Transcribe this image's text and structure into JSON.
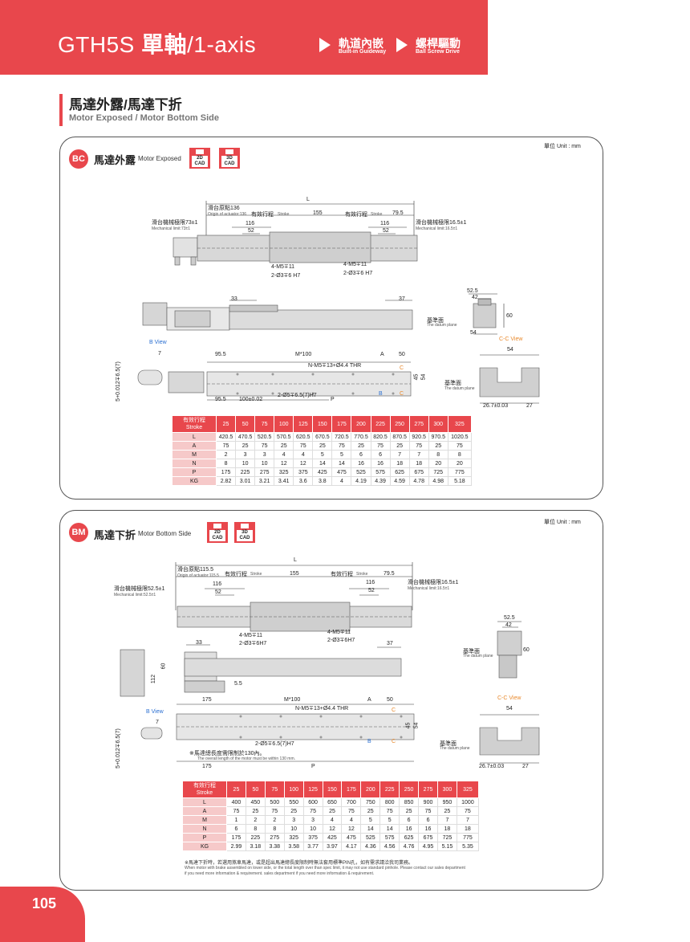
{
  "header": {
    "model": "GTH5S",
    "title_zh": "單軸",
    "title_en": "/1-axis",
    "tags": [
      {
        "zh": "軌道內嵌",
        "en": "Built-in Guideway"
      },
      {
        "zh": "螺桿驅動",
        "en": "Ball Screw Drive"
      }
    ]
  },
  "section": {
    "title_zh": "馬達外露/馬達下折",
    "title_en": "Motor Exposed / Motor Bottom Side"
  },
  "panels": [
    {
      "code": "BC",
      "title_zh": "馬達外露",
      "title_en": "Motor Exposed",
      "cad_2d": "2D\nCAD",
      "cad_3d": "3D\nCAD",
      "unit": "單位 Unit : mm",
      "labels": {
        "L": "L",
        "origin_zh": "滑台原點136",
        "origin_en": "Origin of actuator:136",
        "stroke_zh": "有效行程",
        "stroke_en": "Stroke",
        "mid": "155",
        "right_gap": "79.5",
        "left_116": "116",
        "left_52": "52",
        "right_116": "116",
        "right_52": "52",
        "mech_left_zh": "滑台機械極限73±1",
        "mech_left_en": "Mechanical limit:73±1",
        "mech_right_zh": "滑台機械極限16.5±1",
        "mech_right_en": "Mechanical limit:16.5±1",
        "m5": "4-M5∓11",
        "pin": "2-Ø3∓6 H7",
        "d33": "33",
        "d37": "37",
        "d525": "52.5",
        "d42": "42",
        "d60": "60",
        "d54": "54",
        "datum_zh": "基準面",
        "datum_en": "The datum plane",
        "bview": "B View",
        "cc_view": "C-C View",
        "d7": "7",
        "d955": "95.5",
        "m100": "M*100",
        "A": "A",
        "d50": "50",
        "nm5": "N-M5∓13+Ø4.4 THR",
        "d45": "45",
        "d10002": "100±0.02",
        "P": "P",
        "pin2": "2-Ø5∓6.5(7)H7",
        "tol": "5+0.012∓6.5(7)",
        "C": "C",
        "B": "B",
        "d267": "26.7±0.03",
        "d27": "27"
      },
      "table": {
        "header_zh": "有效行程",
        "header_en": "Stroke",
        "strokes": [
          "25",
          "50",
          "75",
          "100",
          "125",
          "150",
          "175",
          "200",
          "225",
          "250",
          "275",
          "300",
          "325"
        ],
        "rows": [
          {
            "name": "L",
            "values": [
              "420.5",
              "470.5",
              "520.5",
              "570.5",
              "620.5",
              "670.5",
              "720.5",
              "770.5",
              "820.5",
              "870.5",
              "920.5",
              "970.5",
              "1020.5"
            ]
          },
          {
            "name": "A",
            "values": [
              "75",
              "25",
              "75",
              "25",
              "75",
              "25",
              "75",
              "25",
              "75",
              "25",
              "75",
              "25",
              "75"
            ]
          },
          {
            "name": "M",
            "values": [
              "2",
              "3",
              "3",
              "4",
              "4",
              "5",
              "5",
              "6",
              "6",
              "7",
              "7",
              "8",
              "8"
            ]
          },
          {
            "name": "N",
            "values": [
              "8",
              "10",
              "10",
              "12",
              "12",
              "14",
              "14",
              "16",
              "16",
              "18",
              "18",
              "20",
              "20"
            ]
          },
          {
            "name": "P",
            "values": [
              "175",
              "225",
              "275",
              "325",
              "375",
              "425",
              "475",
              "525",
              "575",
              "625",
              "675",
              "725",
              "775"
            ]
          },
          {
            "name": "KG",
            "values": [
              "2.82",
              "3.01",
              "3.21",
              "3.41",
              "3.6",
              "3.8",
              "4",
              "4.19",
              "4.39",
              "4.59",
              "4.78",
              "4.98",
              "5.18"
            ]
          }
        ]
      }
    },
    {
      "code": "BM",
      "title_zh": "馬達下折",
      "title_en": "Motor Bottom Side",
      "cad_2d": "2D\nCAD",
      "cad_3d": "3D\nCAD",
      "unit": "單位 Unit : mm",
      "labels": {
        "L": "L",
        "origin_zh": "滑台原點115.5",
        "origin_en": "Origin of actuator:115.5",
        "stroke_zh": "有效行程",
        "stroke_en": "Stroke",
        "mid": "155",
        "right_gap": "79.5",
        "left_116": "116",
        "left_52": "52",
        "right_116": "116",
        "right_52": "52",
        "mech_left_zh": "滑台機械極限52.5±1",
        "mech_left_en": "Mechanical limit:52.5±1",
        "mech_right_zh": "滑台機械極限16.5±1",
        "mech_right_en": "Mechanical limit:16.5±1",
        "m5": "4-M5∓11",
        "pin": "2-Ø3∓6H7",
        "d33": "33",
        "d37": "37",
        "d525": "52.5",
        "d42": "42",
        "d60": "60",
        "d54": "54",
        "d112": "112",
        "d55": "5.5",
        "d175": "175",
        "datum_zh": "基準面",
        "datum_en": "The datum plane",
        "bview": "B View",
        "cc_view": "C-C View",
        "d7": "7",
        "m100": "M*100",
        "A": "A",
        "d50": "50",
        "nm5": "N-M5∓13+Ø4.4 THR",
        "d45": "45",
        "P": "P",
        "pin2": "2-Ø5∓6.5(7)H7",
        "tol": "5+0.012∓6.5(7)",
        "C": "C",
        "B": "B",
        "d267": "26.7±0.03",
        "d27": "27",
        "motor_note_zh": "※馬達總長度需限制於130內。",
        "motor_note_en": "The overall length of the motor must be within 130 mm."
      },
      "table": {
        "header_zh": "有效行程",
        "header_en": "Stroke",
        "strokes": [
          "25",
          "50",
          "75",
          "100",
          "125",
          "150",
          "175",
          "200",
          "225",
          "250",
          "275",
          "300",
          "325"
        ],
        "rows": [
          {
            "name": "L",
            "values": [
              "400",
              "450",
              "500",
              "550",
              "600",
              "650",
              "700",
              "750",
              "800",
              "850",
              "900",
              "950",
              "1000"
            ]
          },
          {
            "name": "A",
            "values": [
              "75",
              "25",
              "75",
              "25",
              "75",
              "25",
              "75",
              "25",
              "75",
              "25",
              "75",
              "25",
              "75"
            ]
          },
          {
            "name": "M",
            "values": [
              "1",
              "2",
              "2",
              "3",
              "3",
              "4",
              "4",
              "5",
              "5",
              "6",
              "6",
              "7",
              "7"
            ]
          },
          {
            "name": "N",
            "values": [
              "6",
              "8",
              "8",
              "10",
              "10",
              "12",
              "12",
              "14",
              "14",
              "16",
              "16",
              "18",
              "18"
            ]
          },
          {
            "name": "P",
            "values": [
              "175",
              "225",
              "275",
              "325",
              "375",
              "425",
              "475",
              "525",
              "575",
              "625",
              "675",
              "725",
              "775"
            ]
          },
          {
            "name": "KG",
            "values": [
              "2.99",
              "3.18",
              "3.38",
              "3.58",
              "3.77",
              "3.97",
              "4.17",
              "4.36",
              "4.56",
              "4.76",
              "4.95",
              "5.15",
              "5.35"
            ]
          }
        ]
      },
      "notes": [
        "※馬達下折時，若選用煞車馬達，或是超出馬達總長度限制時無法套用標準PIN孔，如有需求請洽我司業務。",
        "When motor with brake assembled on lower side, or the total length over than spec limit, it may not use standard pinhole. Please contact our sales department",
        "if you need more information & requirement. sales department if you need more information & requirement."
      ]
    }
  ],
  "page_number": "105",
  "colors": {
    "accent": "#e8474c",
    "table_row": "#f6c9c9",
    "orange": "#e8892c",
    "blue": "#2a6fd1"
  }
}
